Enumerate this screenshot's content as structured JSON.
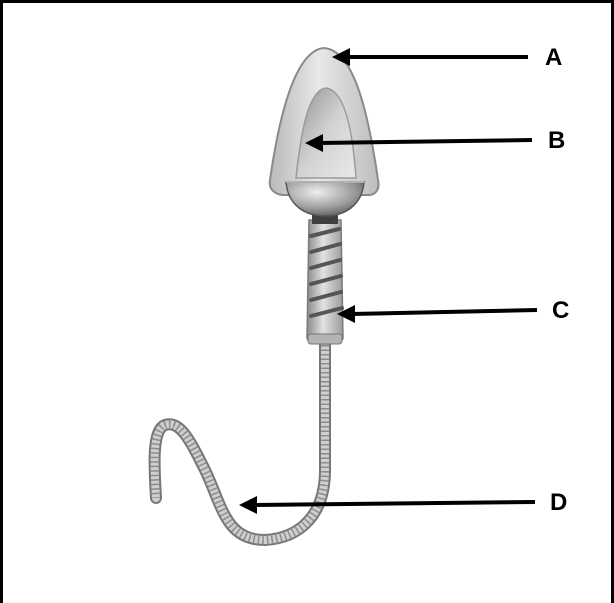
{
  "diagram": {
    "labels": {
      "a": "A",
      "b": "B",
      "c": "C",
      "d": "D"
    }
  },
  "colors": {
    "cell_body": "#d4d4d4",
    "cell_shadow": "#9a9a9a",
    "line": "#000000",
    "background": "#ffffff"
  }
}
